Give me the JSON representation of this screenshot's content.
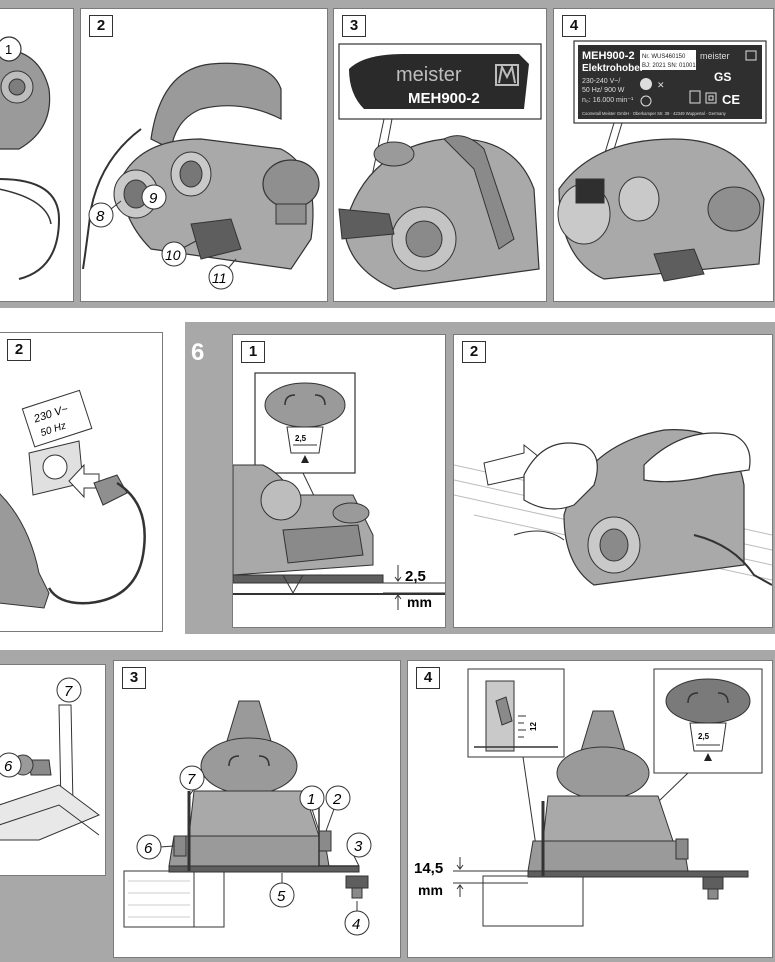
{
  "top_row": {
    "panel_2": {
      "step": "2",
      "callouts": [
        "8",
        "9",
        "10",
        "11"
      ]
    },
    "panel_3": {
      "step": "3",
      "brand": "meister",
      "model": "MEH900-2"
    },
    "panel_4": {
      "step": "4",
      "plate": {
        "model": "MEH900-2",
        "name": "Elektrohobel",
        "item_no": "Nr. WUS460150",
        "batch": "BJ: 2021 SN: 01001",
        "voltage": "230-240 V~/",
        "freq_power": "50 Hz/ 900 W",
        "speed": "n₀: 16.000 min⁻¹",
        "brand": "meister",
        "address": "Coometall Meister GmbH · Oberkamper Str. 39 · 42349 Wuppertal · Germany",
        "gs": "GS",
        "ce": "CE"
      }
    },
    "left_partial": {
      "callout": "1"
    }
  },
  "mid_row": {
    "left_panel": {
      "step": "2",
      "label_line1": "230 V~",
      "label_line2": "50 Hz"
    },
    "section": "6",
    "panel_1": {
      "step": "1",
      "dial_value": "2,5",
      "depth_value": "2,5",
      "depth_unit": "mm"
    },
    "panel_2": {
      "step": "2"
    }
  },
  "bottom_row": {
    "left_partial": {
      "callouts": [
        "7",
        "6"
      ]
    },
    "panel_3": {
      "step": "3",
      "callouts": [
        "7",
        "6",
        "1",
        "2",
        "3",
        "5",
        "4"
      ]
    },
    "panel_4": {
      "step": "4",
      "height_value": "14,5",
      "height_unit": "mm",
      "gauge_value": "12",
      "dial_value": "2,5"
    }
  },
  "colors": {
    "band": "#a8a8a8",
    "panel_border": "#7a7a7a",
    "ink": "#333333",
    "machine_gray": "#9a9a9a",
    "machine_dark": "#5e5e5e"
  }
}
